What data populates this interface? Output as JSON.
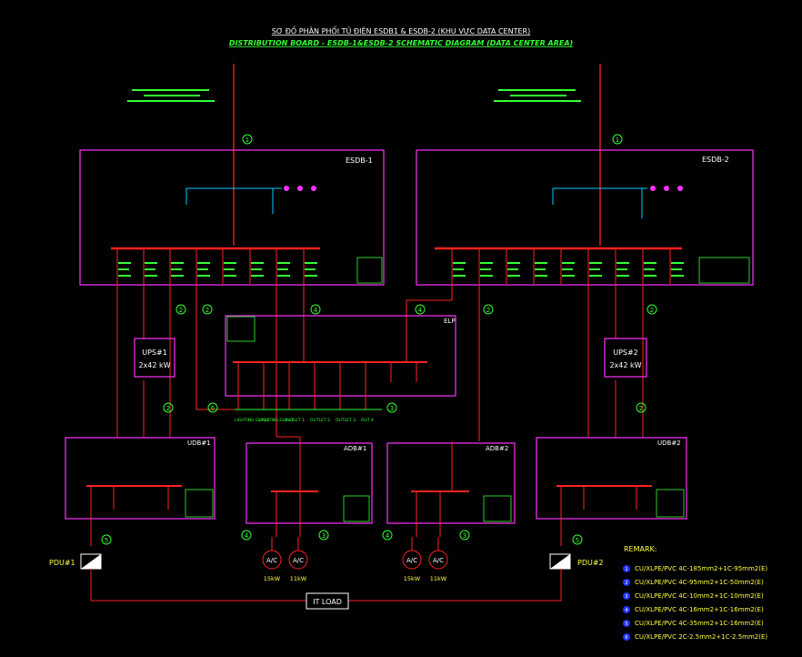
{
  "title_vn": "SƠ ĐỒ PHÂN PHỐI TỦ ĐIỆN ESDB1 & ESDB-2 (KHU VỰC DATA CENTER)",
  "title_en": "DISTRIBUTION BOARD - ESDB-1&ESDB-2 SCHEMATIC DIAGRAM (DATA CENTER AREA)",
  "colors": {
    "bus": "#ff2222",
    "panel": "#ff33ff",
    "device": "#33ff33",
    "text": "#ffffff",
    "ctrl": "#00ccff",
    "note": "#ffff44"
  },
  "panels": {
    "esdb1": "ESDB-1",
    "esdb2": "ESDB-2",
    "elp": "ELP",
    "udb1": "UDB#1",
    "udb2": "UDB#2",
    "adb1": "ADB#1",
    "adb2": "ADB#2"
  },
  "ups": [
    {
      "name": "UPS#1",
      "rating": "2x42 kW"
    },
    {
      "name": "UPS#2",
      "rating": "2x42 kW"
    }
  ],
  "pdu": [
    "PDU#1",
    "PDU#2"
  ],
  "it_load": "IT LOAD",
  "ac_units": [
    {
      "label": "A/C",
      "rating": "15kW"
    },
    {
      "label": "A/C",
      "rating": "11kW"
    },
    {
      "label": "A/C",
      "rating": "15kW"
    },
    {
      "label": "A/C",
      "rating": "11kW"
    }
  ],
  "elp_outlets": [
    "LIGHTING ELP-L1",
    "LIGHTING ELP-L2",
    "OUTLET 1",
    "OUTLET 2",
    "OUTLET 3",
    "OUT 4"
  ],
  "remark_title": "REMARK:",
  "remarks": [
    {
      "no": "1",
      "text": "CU/XLPE/PVC  4C-185mm2+1C-95mm2(E)"
    },
    {
      "no": "2",
      "text": "CU/XLPE/PVC  4C-95mm2+1C-50mm2(E)"
    },
    {
      "no": "3",
      "text": "CU/XLPE/PVC  4C-10mm2+1C-10mm2(E)"
    },
    {
      "no": "4",
      "text": "CU/XLPE/PVC  4C-16mm2+1C-16mm2(E)"
    },
    {
      "no": "5",
      "text": "CU/XLPE/PVC  4C-35mm2+1C-16mm2(E)"
    },
    {
      "no": "6",
      "text": "CU/XLPE/PVC  2C-2.5mm2+1C-2.5mm2(E)"
    }
  ],
  "cable_tags": {
    "c1": "1",
    "c2": "2",
    "c3": "3",
    "c4": "4",
    "c5": "5",
    "c6": "6"
  }
}
